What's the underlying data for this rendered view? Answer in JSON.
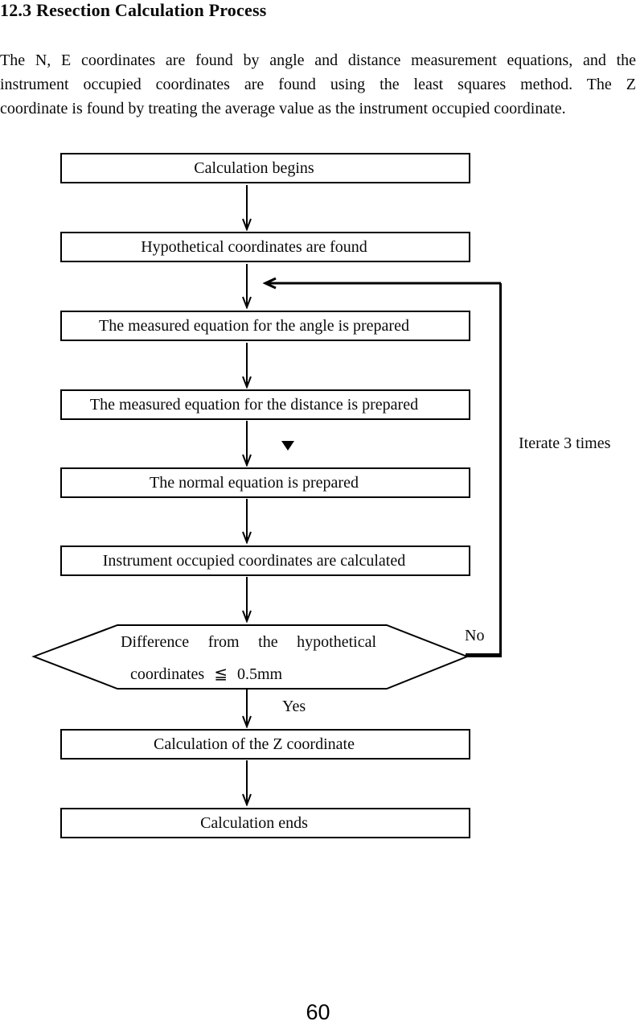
{
  "document": {
    "heading": "12.3 Resection Calculation Process",
    "paragraph_lines": [
      "The N, E coordinates are found by angle and distance measurement equations, and the",
      "instrument occupied coordinates are found using the least squares method. The Z",
      "coordinate is found by treating the average value as the instrument occupied coordinate."
    ],
    "page_number": "60"
  },
  "flowchart": {
    "steps": [
      "Calculation begins",
      "Hypothetical coordinates are found",
      "The measured equation for the angle is prepared",
      "The measured equation for the distance is prepared",
      "The normal equation is prepared",
      "Instrument occupied coordinates are calculated",
      "Calculation of the Z coordinate",
      "Calculation ends"
    ],
    "decision": {
      "line1": "Difference from the hypothetical",
      "line2": "coordinates ≦ 0.5mm"
    },
    "labels": {
      "yes": "Yes",
      "no": "No",
      "iterate": "Iterate 3 times"
    },
    "colors": {
      "ink": "#000000",
      "background": "#ffffff"
    }
  }
}
